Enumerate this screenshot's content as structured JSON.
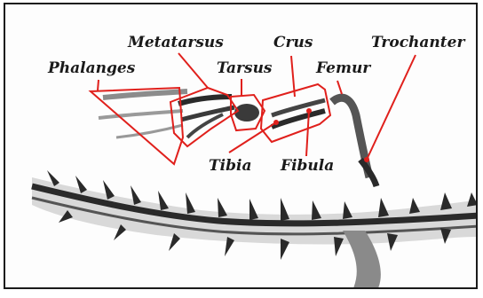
{
  "labels": {
    "metatarsus": "Metatarsus",
    "crus": "Crus",
    "trochanter": "Trochanter",
    "phalanges": "Phalanges",
    "tarsus": "Tarsus",
    "femur": "Femur",
    "tibia": "Tibia",
    "fibula": "Fibula"
  },
  "colors": {
    "annotation": "#e0201c",
    "frame": "#1a1a1a",
    "specimen_dark": "#2a2a2a",
    "specimen_light": "#bdbdbd"
  }
}
